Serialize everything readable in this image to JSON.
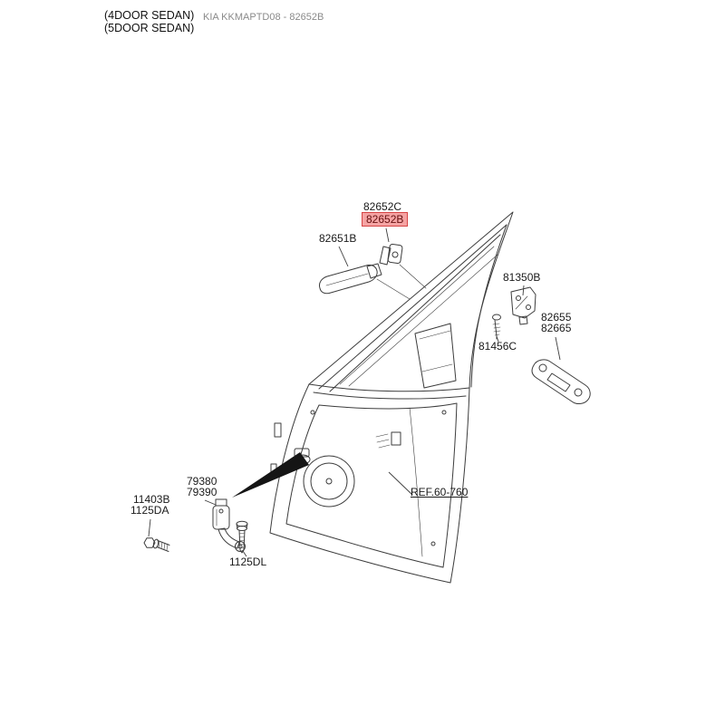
{
  "meta": {
    "title_line1": "(4DOOR SEDAN)",
    "title_line2": "(5DOOR SEDAN)",
    "watermark": "KIA KKMAPTD08 - 82652B"
  },
  "colors": {
    "line": "#3c3c3c",
    "label_text": "#1a1a1a",
    "watermark": "#8a8a8a",
    "highlight_bg": "#f5a3a3",
    "highlight_border": "#d64545",
    "highlight_text": "#651010"
  },
  "labels": {
    "l82652c": "82652C",
    "l82652b": "82652B",
    "l82651b": "82651B",
    "l81350b": "81350B",
    "l82655": "82655",
    "l82665": "82665",
    "l81456c": "81456C",
    "ref": "REF.60-760",
    "l79380": "79380",
    "l79390": "79390",
    "l11403b": "11403B",
    "l1125da": "1125DA",
    "l1125dl": "1125DL"
  }
}
